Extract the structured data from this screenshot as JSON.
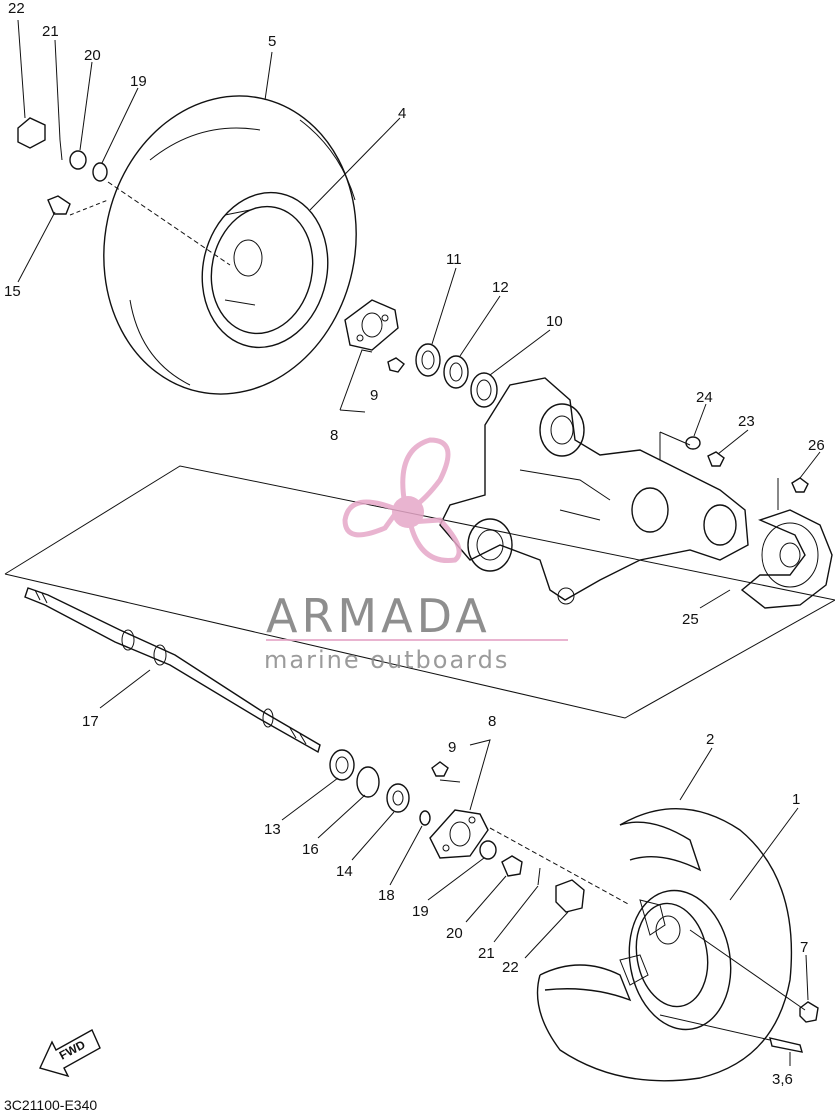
{
  "labels": {
    "l22a": "22",
    "l21a": "21",
    "l20a": "20",
    "l19a": "19",
    "l5": "5",
    "l4": "4",
    "l15": "15",
    "l11": "11",
    "l12": "12",
    "l10": "10",
    "l9a": "9",
    "l8a": "8",
    "l24": "24",
    "l23": "23",
    "l26": "26",
    "l25": "25",
    "l17": "17",
    "l8b": "8",
    "l9b": "9",
    "l2": "2",
    "l1": "1",
    "l13": "13",
    "l16": "16",
    "l14": "14",
    "l18": "18",
    "l19b": "19",
    "l20b": "20",
    "l21b": "21",
    "l22b": "22",
    "l7": "7",
    "l36": "3,6"
  },
  "watermark": {
    "brand": "ARMADA",
    "tagline": "marine outboards",
    "color": "#e6a7c8"
  },
  "fwd_label": "FWD",
  "diagram_code": "3C21100-E340"
}
